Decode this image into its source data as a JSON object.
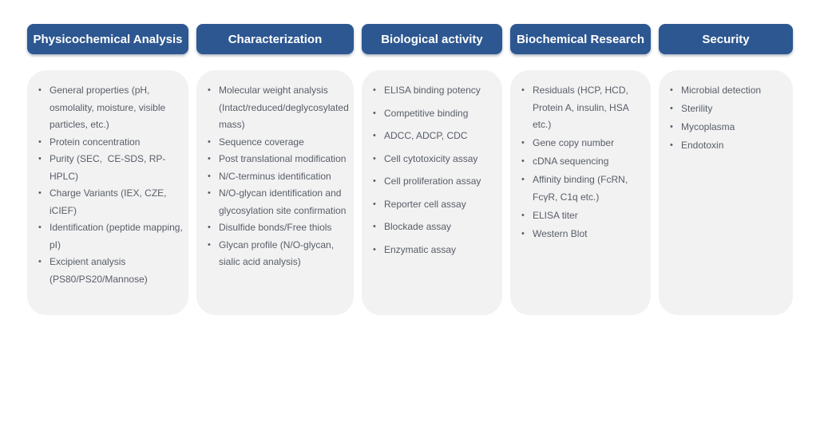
{
  "colors": {
    "header_bg": "#2D5791",
    "header_text": "#FFFFFF",
    "card_bg": "#F2F2F3",
    "body_text": "#585E66"
  },
  "icons": {
    "bullet": "•"
  },
  "columns": [
    {
      "id": "physicochemical-analysis",
      "title": "Physicochemical Analysis",
      "items": [
        "General properties (pH, osmolality, moisture, visible particles, etc.)",
        "Protein concentration",
        "Purity (SEC,  CE-SDS, RP-HPLC)",
        "Charge Variants (IEX, CZE, iCIEF)",
        "Identification (peptide mapping, pI)",
        "Excipient analysis (PS80/PS20/Mannose)"
      ]
    },
    {
      "id": "characterization",
      "title": "Characterization",
      "items": [
        "Molecular weight analysis (Intact/reduced/deglycosylated mass)",
        "Sequence coverage",
        "Post translational modification",
        "N/C-terminus identification",
        "N/O-glycan identification and glycosylation site confirmation",
        "Disulfide bonds/Free thiols",
        "Glycan profile (N/O-glycan, sialic acid analysis)"
      ]
    },
    {
      "id": "biological-activity",
      "title": "Biological activity",
      "items": [
        "ELISA binding potency",
        "Competitive binding",
        "ADCC, ADCP, CDC",
        "Cell cytotoxicity assay",
        "Cell proliferation assay",
        "Reporter cell assay",
        "Blockade assay",
        "Enzymatic assay"
      ]
    },
    {
      "id": "biochemical-research",
      "title": "Biochemical Research",
      "items": [
        "Residuals (HCP, HCD, Protein A, insulin, HSA etc.)",
        "Gene copy number",
        "cDNA sequencing",
        "Affinity binding (FcRN, FcγR, C1q etc.)",
        "ELISA titer",
        "Western Blot"
      ]
    },
    {
      "id": "security",
      "title": "Security",
      "items": [
        "Microbial detection",
        "Sterility",
        "Mycoplasma",
        "Endotoxin"
      ]
    }
  ]
}
